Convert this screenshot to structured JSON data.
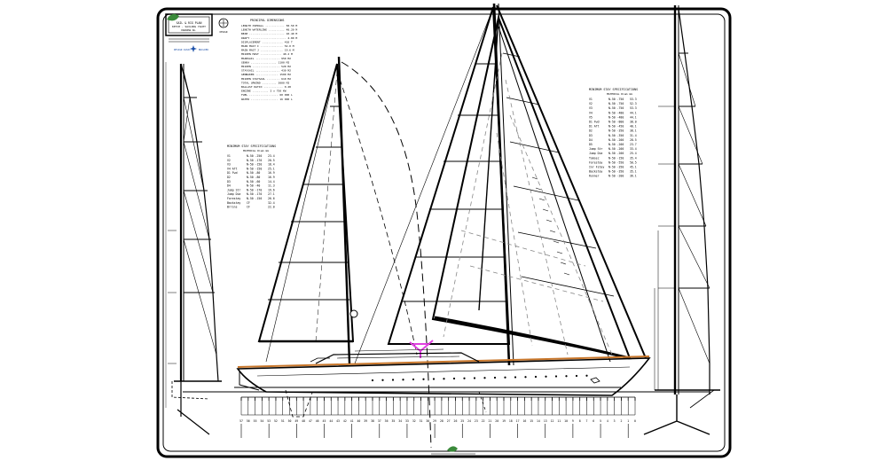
{
  "title_block": {
    "line1": "SAIL & RIG PLAN",
    "line2": "KETCH · SAILING YACHT",
    "line3": "DRAWING No.",
    "logo_left": "DESIGN ASSOC.",
    "logo_right": "BUILDER"
  },
  "principal_dimensions": {
    "heading": "PRINCIPAL DIMENSIONS",
    "lines": [
      "LENGTH OVERALL ............ 58.50 M",
      "LENGTH WATERLINE .......... 48.20 M",
      "BEAM ...................... 10.40 M",
      "DRAFT ...................... 4.80 M",
      "DISPLACEMENT ............. 410 T",
      "MAIN MAST I .............. 54.0 M",
      "MAIN MAST J .............. 19.6 M",
      "MIZZEN MAST ............. 40.2 M",
      "MAINSAIL ............... 950 M2",
      "GENOA ................ 1100 M2",
      "MIZZEN ................. 520 M2",
      "STAYSAIL ............... 430 M2",
      "GENNAKER .............. 1500 M2",
      "MIZZEN STAYSAIL ........ 610 M2",
      "TOTAL UPWIND ......... 3000 M2",
      "BALLAST RATIO ............ 0.28",
      "ENGINE .......... 2 x 750 KW",
      "FUEL .................. 60 000 L",
      "WATER ................. 16 000 L"
    ]
  },
  "mizzen_spec": {
    "heading": "MINIMUM STAY SPECIFICATIONS",
    "subheading": "MATERIAL  Diam mm",
    "rows": [
      [
        "V1",
        "N-50 -250",
        "23.4"
      ],
      [
        "V2",
        "N-50 -170",
        "20.5"
      ],
      [
        "V3",
        "N-50 -150",
        "18.4"
      ],
      [
        "V4 Aft",
        "N-50 -150",
        "25.1"
      ],
      [
        "D1 Fwd",
        "N-50 -80",
        "16.9"
      ],
      [
        "D2",
        "N-50 -80",
        "16.9"
      ],
      [
        "D3",
        "N-50 -60",
        "14.4"
      ],
      [
        "D4",
        "N-50 -40",
        "11.3"
      ],
      [
        "Jump Str",
        "N-50 -170",
        "19.6"
      ],
      [
        "Jump Dia",
        "N-50 -170",
        "27.1"
      ],
      [
        "Forestay",
        "N-50 -150",
        "26.6"
      ],
      [
        "Backstay",
        "CF",
        "32.4"
      ],
      [
        "Brrsns",
        "CF",
        "22.0"
      ]
    ]
  },
  "main_spec": {
    "heading": "MINIMUM STAY SPECIFICATIONS",
    "subheading": "MATERIAL  Diam mm",
    "rows": [
      [
        "V1",
        "N-50 -750",
        "53.3"
      ],
      [
        "V2",
        "N-50 -750",
        "52.3"
      ],
      [
        "V3",
        "N-50 -750",
        "53.3"
      ],
      [
        "V4",
        "N-50 -480",
        "44.1"
      ],
      [
        "V5",
        "N-50 -480",
        "44.1"
      ],
      [
        "D1 Fwd",
        "N-50 -800",
        "38.0"
      ],
      [
        "D1 Aft",
        "N-50 -450",
        "40.1"
      ],
      [
        "D2",
        "N-50 -350",
        "38.1"
      ],
      [
        "D3",
        "N-50 -350",
        "31.4"
      ],
      [
        "D4",
        "N-50 -200",
        "28.5"
      ],
      [
        "D5",
        "N-50 -200",
        "23.7"
      ],
      [
        "Jump Str",
        "N-50 -200",
        "33.4"
      ],
      [
        "Jump Dia",
        "N-50 -200",
        "25.4"
      ],
      [
        "Tomsec",
        "N-50 -150",
        "35.4"
      ],
      [
        "Forestay",
        "N-50 -550",
        "50.5"
      ],
      [
        "Inr Fstay",
        "N-50 -350",
        "45.1"
      ],
      [
        "Backstay",
        "N-50 -350",
        "35.1"
      ],
      [
        "Runner",
        "N-50 -200",
        "36.1"
      ]
    ]
  },
  "station_labels": [
    "57",
    "56",
    "55",
    "54",
    "53",
    "52",
    "51",
    "50",
    "49",
    "48",
    "47",
    "46",
    "45",
    "44",
    "43",
    "42",
    "41",
    "40",
    "39",
    "38",
    "37",
    "36",
    "35",
    "34",
    "33",
    "32",
    "31",
    "30",
    "29",
    "28",
    "27",
    "26",
    "25",
    "24",
    "23",
    "22",
    "21",
    "20",
    "19",
    "18",
    "17",
    "16",
    "15",
    "14",
    "13",
    "12",
    "11",
    "10",
    "9",
    "8",
    "7",
    "6",
    "5",
    "4",
    "3",
    "2",
    "1",
    "0"
  ],
  "colors": {
    "ink": "#000000",
    "sheer": "#c8762a",
    "highlight": "#e040e0",
    "logo": "#3a8a3a",
    "guide": "#888888"
  },
  "icons": [
    "compass-rose-icon",
    "green-leaf-logo-icon"
  ]
}
